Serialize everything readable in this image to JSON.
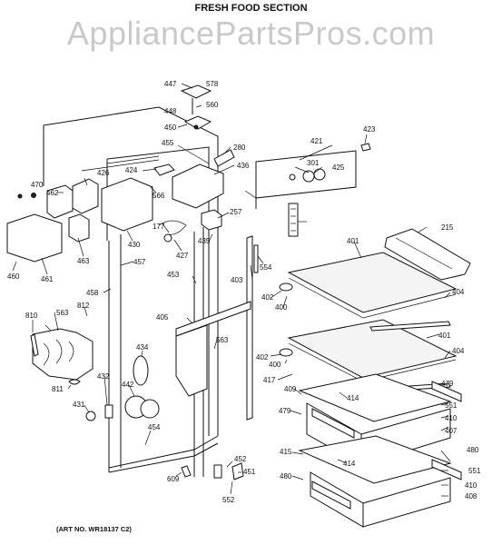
{
  "header": {
    "section_top": "",
    "section_title": "FRESH FOOD SECTION"
  },
  "watermark": "AppliancePartsPros.com",
  "art_number": "(ART NO. WR18137 C2)",
  "part_labels": [
    "447",
    "578",
    "448",
    "560",
    "450",
    "455",
    "280",
    "426",
    "424",
    "436",
    "421",
    "423",
    "301",
    "425",
    "470",
    "462",
    "566",
    "257",
    "177",
    "427",
    "435",
    "430",
    "460",
    "461",
    "463",
    "457",
    "453",
    "403",
    "554",
    "401",
    "215",
    "458",
    "812",
    "563",
    "810",
    "405",
    "402",
    "400",
    "404",
    "434",
    "432",
    "442",
    "811",
    "431",
    "454",
    "417",
    "409",
    "414",
    "479",
    "551",
    "410",
    "407",
    "415",
    "480",
    "609",
    "452",
    "451",
    "552",
    "408"
  ]
}
